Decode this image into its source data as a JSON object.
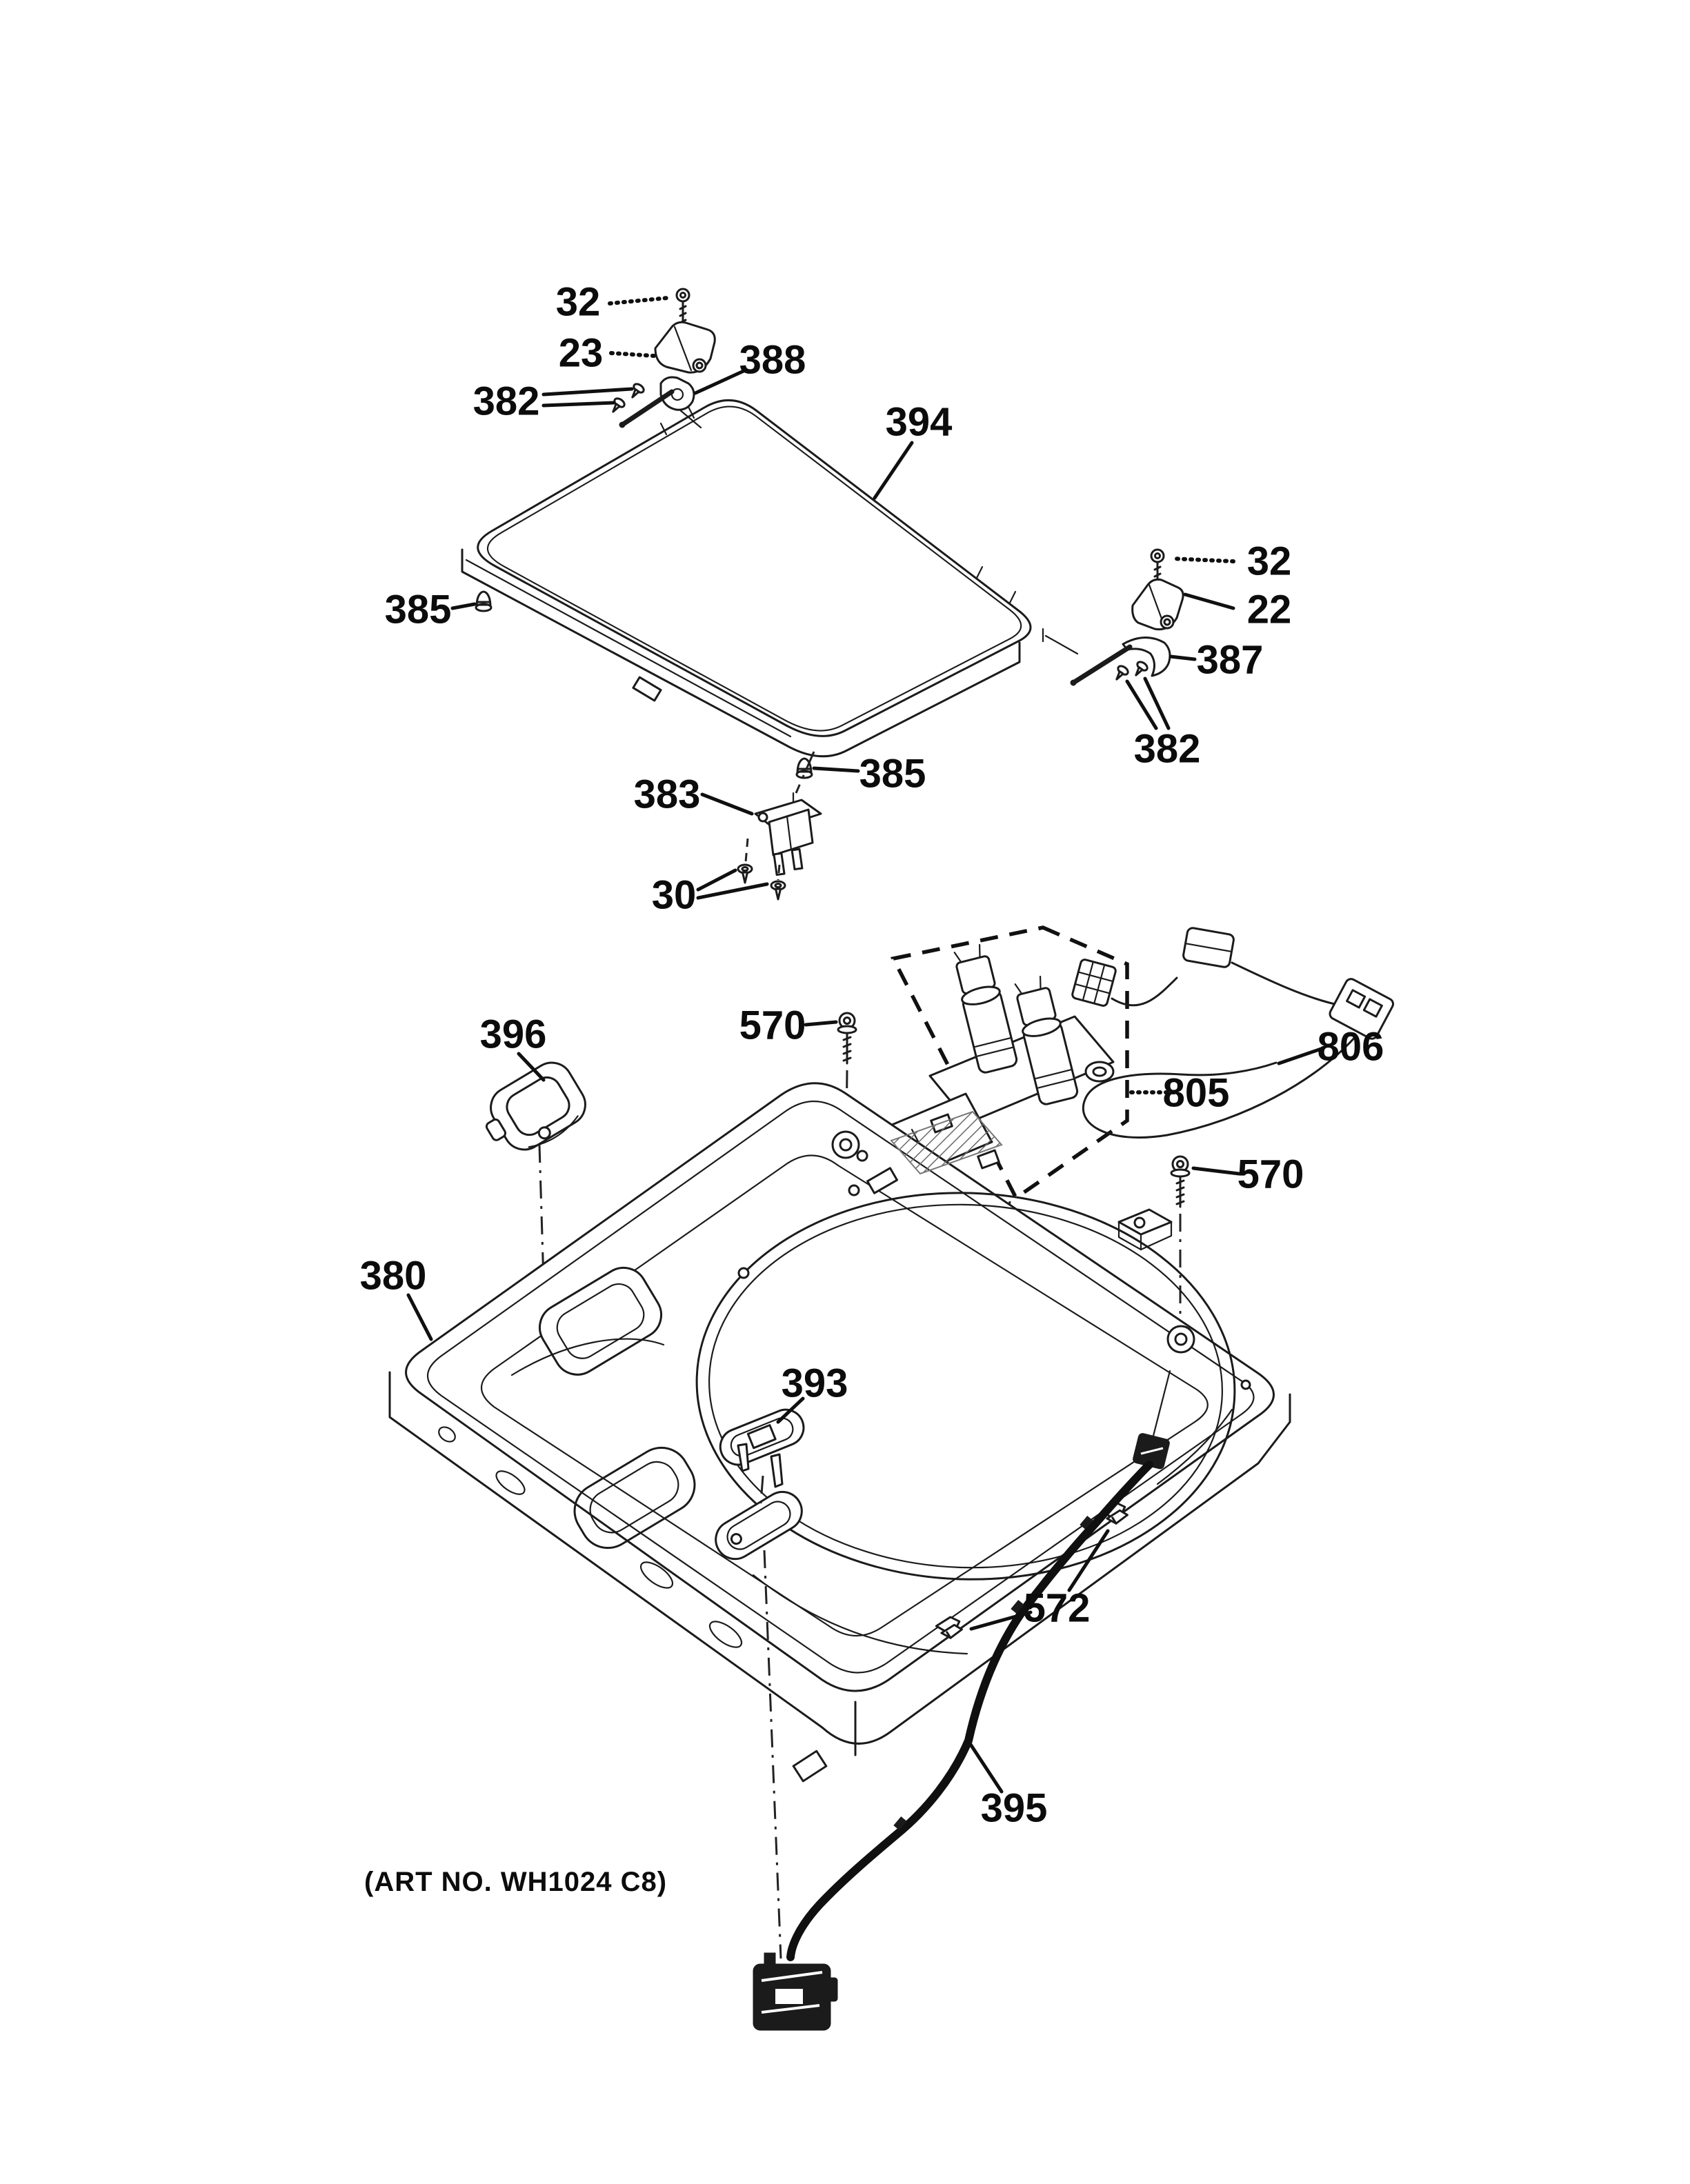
{
  "callouts": {
    "c32_left": {
      "label": "32"
    },
    "c23": {
      "label": "23"
    },
    "c388": {
      "label": "388"
    },
    "c382_left": {
      "label": "382"
    },
    "c394": {
      "label": "394"
    },
    "c32_right": {
      "label": "32"
    },
    "c22": {
      "label": "22"
    },
    "c387": {
      "label": "387"
    },
    "c382_right": {
      "label": "382"
    },
    "c385_left": {
      "label": "385"
    },
    "c385_right": {
      "label": "385"
    },
    "c383": {
      "label": "383"
    },
    "c30": {
      "label": "30"
    },
    "c396": {
      "label": "396"
    },
    "c570_left": {
      "label": "570"
    },
    "c805": {
      "label": "805"
    },
    "c806": {
      "label": "806"
    },
    "c570_right": {
      "label": "570"
    },
    "c380": {
      "label": "380"
    },
    "c393": {
      "label": "393"
    },
    "c572": {
      "label": "572"
    },
    "c395": {
      "label": "395"
    }
  },
  "footer": {
    "art_no": "(ART NO. WH1024 C8)"
  }
}
